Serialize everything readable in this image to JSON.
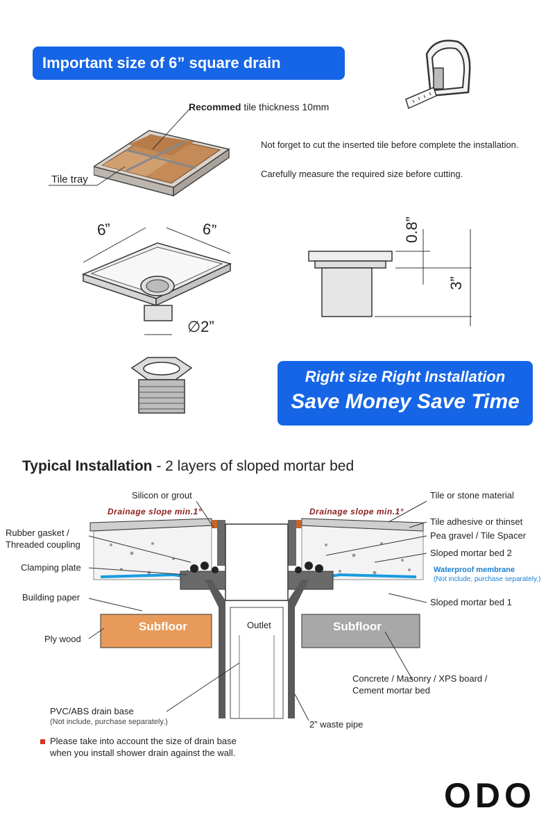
{
  "banner_top": "Important size of 6”  square drain",
  "tile_callout": {
    "bold": "Recommed",
    "rest": " tile thickness 10mm"
  },
  "tile_tray_label": "Tile tray",
  "notes": [
    "Not forget to cut the inserted tile before complete the installation.",
    "Carefully measure the required size before cutting."
  ],
  "dimensions": {
    "width_a": "6”",
    "width_b": "6”",
    "outlet_dia": "∅2”",
    "tray_height": "0.8”",
    "body_height": "3”"
  },
  "banner_mid": {
    "line1": "Right size Right Installation",
    "line2": "Save Money Save Time"
  },
  "section": {
    "title_bold": "Typical Installation",
    "title_rest": " - 2 layers of sloped mortar bed"
  },
  "diagram": {
    "drainage_left": "Drainage slope min.1°",
    "drainage_right": "Drainage slope min.1°",
    "subfloor_left": "Subfloor",
    "subfloor_right": "Subfloor",
    "outlet": "Outlet"
  },
  "labels_left": {
    "silicon": "Silicon or grout",
    "rubber1": "Rubber gasket /",
    "rubber2": "Threaded coupling",
    "clamping": "Clamping plate",
    "building": "Building paper",
    "plywood": "Ply wood",
    "pvc": "PVC/ABS drain base",
    "pvc_note": "(Not include, purchase separately.)"
  },
  "labels_right": {
    "tile_stone": "Tile or stone material",
    "adhesive": "Tile adhesive or thinset",
    "pea": "Pea gravel / Tile Spacer",
    "mortar2": "Sloped mortar bed 2",
    "membrane": "Waterproof membrane",
    "membrane_note": "(Not include, purchase separately.)",
    "mortar1": "Sloped mortar bed 1",
    "concrete1": "Concrete / Masonry  / XPS board /",
    "concrete2": "Cement mortar bed",
    "waste": "2” waste pipe"
  },
  "warning": {
    "line1": "Please take into account the size of drain base",
    "line2": "when you install shower drain against the wall."
  },
  "logo": "ODO",
  "colors": {
    "banner_blue": "#1565e6",
    "membrane_blue": "#1a9be0",
    "plywood": "#e89a5a",
    "concrete": "#a8a8a8",
    "drain_red": "#8b1a1a"
  }
}
